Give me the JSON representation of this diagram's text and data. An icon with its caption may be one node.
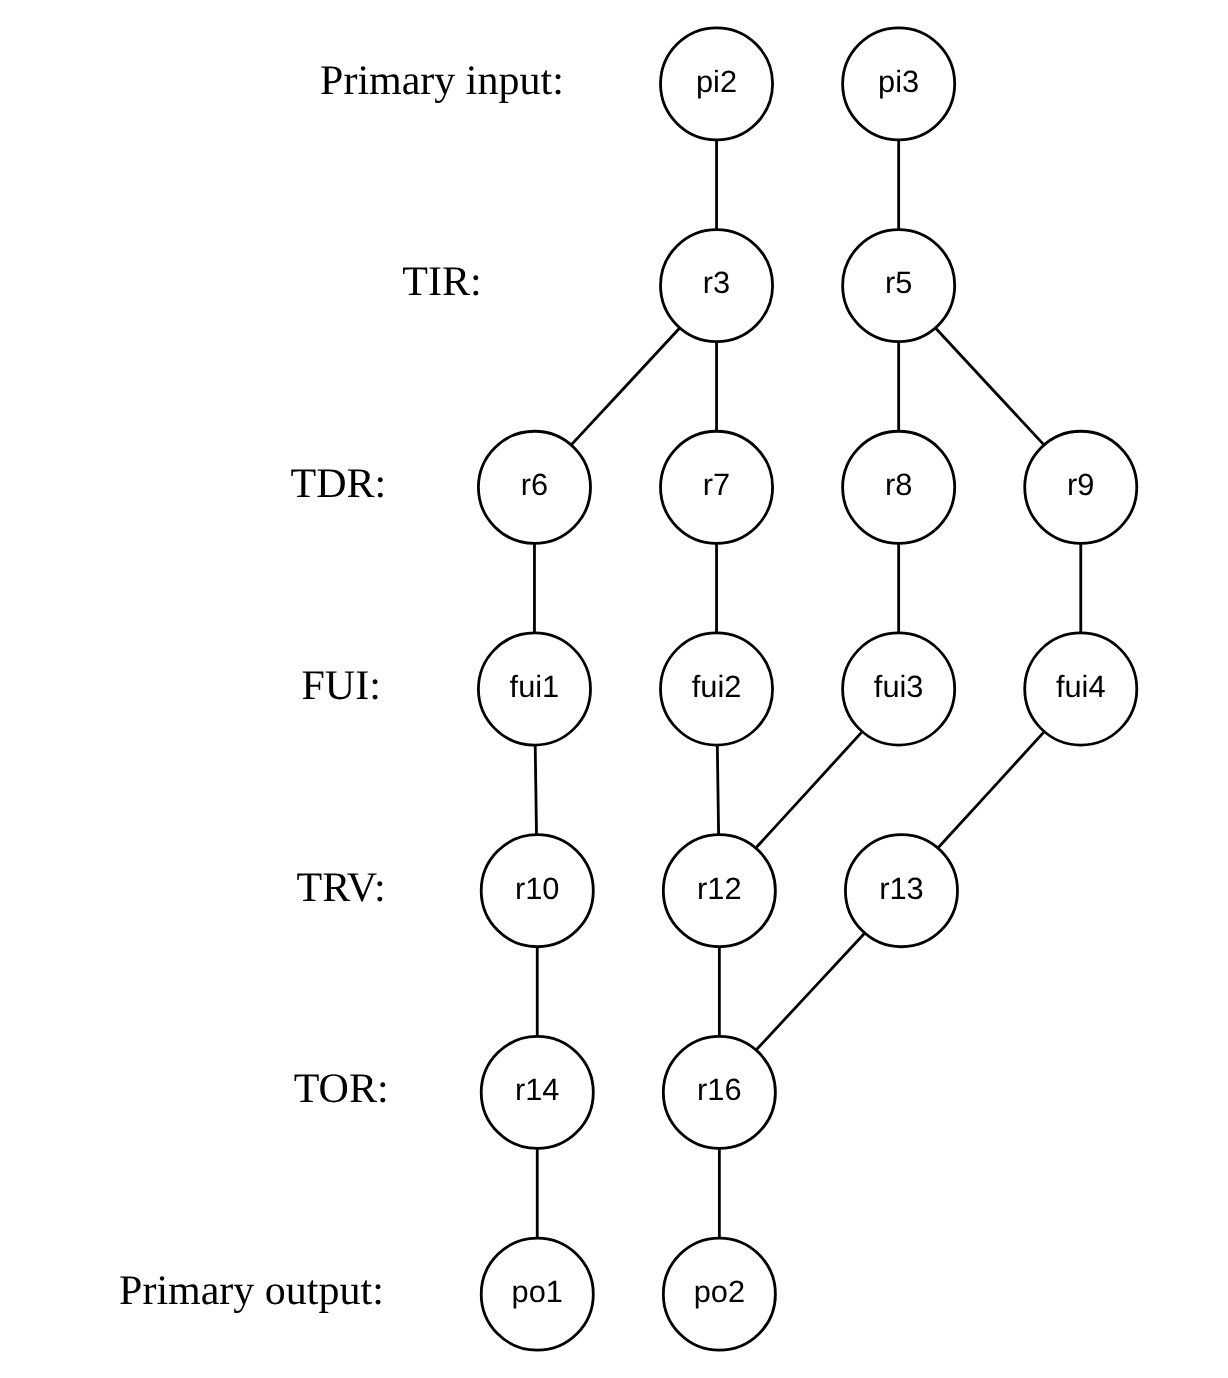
{
  "diagram": {
    "nodes": [
      {
        "text": [
          "pi2"
        ]
      },
      {
        "text": [
          "pi3"
        ]
      },
      {
        "text": [
          "r3"
        ]
      },
      {
        "text": [
          "r5"
        ]
      },
      {
        "text": [
          "r6"
        ]
      },
      {
        "text": [
          "r7"
        ]
      },
      {
        "text": [
          "r8"
        ]
      },
      {
        "text": [
          "r9"
        ]
      },
      {
        "text": [
          "fui1"
        ]
      },
      {
        "text": [
          "fui2"
        ]
      },
      {
        "text": [
          "fui3"
        ]
      },
      {
        "text": [
          "fui4"
        ]
      },
      {
        "text": [
          "r10"
        ]
      },
      {
        "text": [
          "r12"
        ]
      },
      {
        "text": [
          "r13"
        ]
      },
      {
        "text": [
          "r14"
        ]
      },
      {
        "text": [
          "r16"
        ]
      },
      {
        "text": [
          "po1"
        ]
      },
      {
        "text": [
          "po2"
        ]
      }
    ],
    "edges": [
      {
        "from": 0,
        "to": 2,
        "arrow": "none"
      },
      {
        "from": 1,
        "to": 3,
        "arrow": "none"
      },
      {
        "from": 2,
        "to": 4,
        "arrow": "none"
      },
      {
        "from": 2,
        "to": 5,
        "arrow": "none"
      },
      {
        "from": 3,
        "to": 6,
        "arrow": "none"
      },
      {
        "from": 3,
        "to": 7,
        "arrow": "none"
      },
      {
        "from": 4,
        "to": 8,
        "arrow": "none"
      },
      {
        "from": 5,
        "to": 9,
        "arrow": "none"
      },
      {
        "from": 6,
        "to": 10,
        "arrow": "none"
      },
      {
        "from": 7,
        "to": 11,
        "arrow": "none"
      },
      {
        "from": 8,
        "to": 12,
        "arrow": "none"
      },
      {
        "from": 9,
        "to": 13,
        "arrow": "none"
      },
      {
        "from": 10,
        "to": 13,
        "arrow": "none"
      },
      {
        "from": 11,
        "to": 14,
        "arrow": "none"
      },
      {
        "from": 12,
        "to": 15,
        "arrow": "none"
      },
      {
        "from": 13,
        "to": 16,
        "arrow": "none"
      },
      {
        "from": 14,
        "to": 16,
        "arrow": "none"
      },
      {
        "from": 15,
        "to": 17,
        "arrow": "none"
      },
      {
        "from": 16,
        "to": 18,
        "arrow": "none"
      }
    ],
    "labels": [
      "Primary input:",
      "TIR:",
      "TDR:",
      "FUI:",
      "TRV:",
      "TOR:",
      "Primary output:"
    ]
  }
}
